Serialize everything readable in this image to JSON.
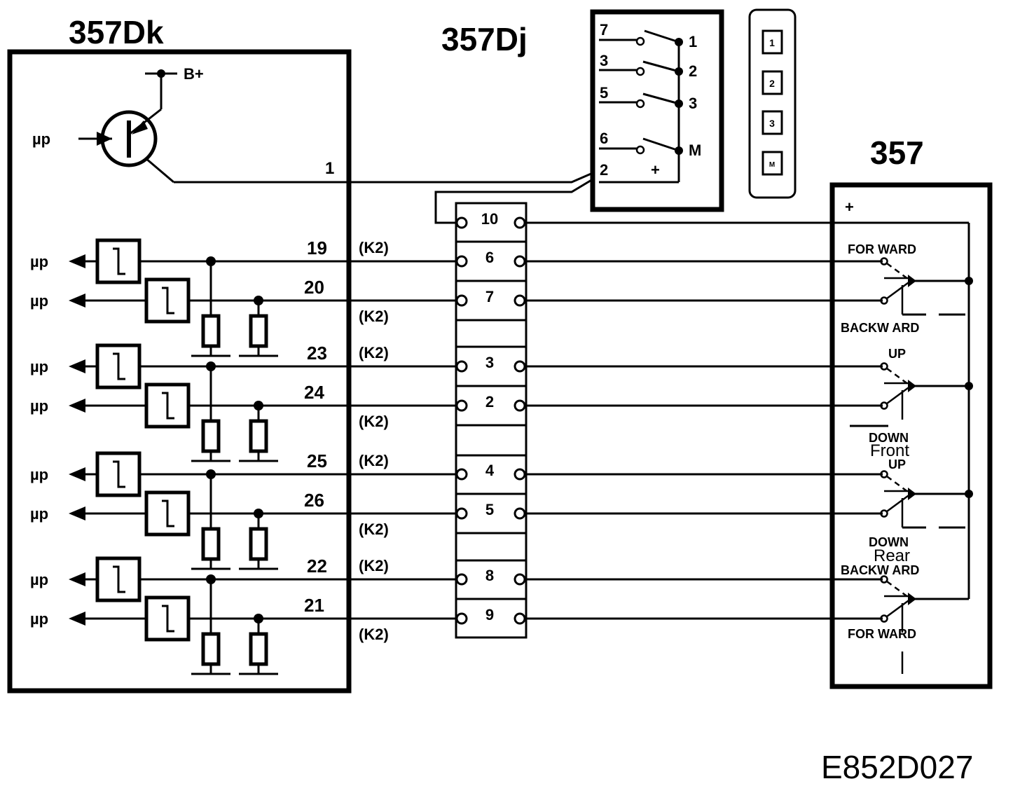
{
  "modules": {
    "dk": {
      "title": "357Dk"
    },
    "dj": {
      "title": "357Dj"
    },
    "m357": {
      "title": "357"
    }
  },
  "dk": {
    "bplus": "B+",
    "mu": "µp",
    "out1": "1",
    "rows": [
      {
        "pin": "19",
        "k2": "(K2)"
      },
      {
        "pin": "20",
        "k2": "(K2)"
      },
      {
        "pin": "23",
        "k2": "(K2)"
      },
      {
        "pin": "24",
        "k2": "(K2)"
      },
      {
        "pin": "25",
        "k2": "(K2)"
      },
      {
        "pin": "26",
        "k2": "(K2)"
      },
      {
        "pin": "22",
        "k2": "(K2)"
      },
      {
        "pin": "21",
        "k2": "(K2)"
      }
    ]
  },
  "dj": {
    "left": [
      "7",
      "3",
      "5",
      "6",
      "2"
    ],
    "right": [
      "1",
      "2",
      "3",
      "M"
    ],
    "plus": "+"
  },
  "keypad": [
    "1",
    "2",
    "3",
    "M"
  ],
  "connector": {
    "pins": [
      "10",
      "6",
      "7",
      "3",
      "2",
      "4",
      "5",
      "8",
      "9"
    ]
  },
  "m357": {
    "plus": "+",
    "labels": {
      "forward1": "FOR WARD",
      "backward1": "BACKW ARD",
      "up1": "UP",
      "down1": "DOWN",
      "front": "Front",
      "up2": "UP",
      "down2": "DOWN",
      "rear": "Rear",
      "backward2": "BACKW ARD",
      "forward2": "FOR WARD"
    }
  },
  "code": "E852D027"
}
